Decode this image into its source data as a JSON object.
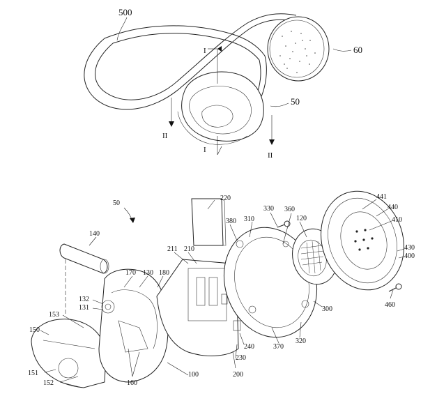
{
  "top_view": {
    "labels": {
      "headband": "500",
      "earpiece_right": "60",
      "earpiece_left": "50",
      "section_mark_i": "I",
      "section_mark_ii": "II"
    }
  },
  "exploded_view": {
    "labels": {
      "assembly": "50",
      "battery": "140",
      "plate_220": "220",
      "part_330": "330",
      "part_360": "360",
      "part_380": "380",
      "part_310": "310",
      "cushion_120": "120",
      "part_441": "441",
      "part_440": "440",
      "part_410": "410",
      "part_430": "430",
      "part_400": "400",
      "part_211": "211",
      "part_210": "210",
      "part_170": "170",
      "part_130": "130",
      "part_180": "180",
      "part_132": "132",
      "part_131": "131",
      "part_153": "153",
      "part_150": "150",
      "part_151": "151",
      "part_152": "152",
      "part_160": "160",
      "part_100": "100",
      "part_200": "200",
      "part_230": "230",
      "part_240": "240",
      "part_370": "370",
      "part_320": "320",
      "part_300": "300",
      "screw_460": "460"
    }
  }
}
